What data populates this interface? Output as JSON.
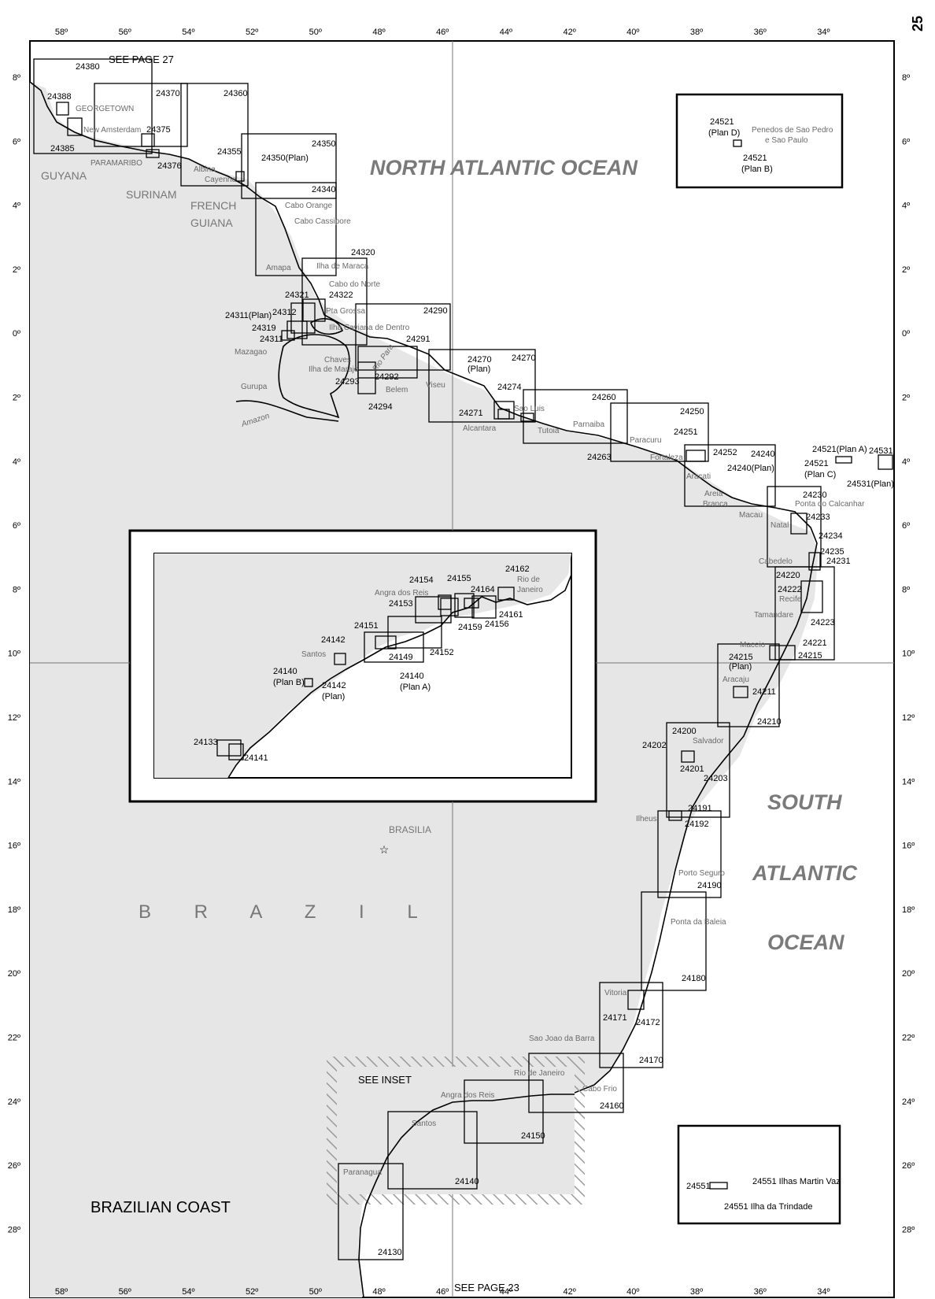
{
  "page_number": "25",
  "title": "BRAZILIAN COAST",
  "see_page_top": "SEE PAGE 27",
  "see_page_bottom": "SEE PAGE 23",
  "see_inset": "SEE INSET",
  "oceans": {
    "north": "NORTH ATLANTIC OCEAN",
    "south_1": "SOUTH",
    "south_2": "ATLANTIC",
    "south_3": "OCEAN"
  },
  "countries": {
    "guyana": "GUYANA",
    "surinam": "SURINAM",
    "french_guiana_1": "FRENCH",
    "french_guiana_2": "GUIANA",
    "brazil": "B R A Z I L"
  },
  "capital": "BRASILIA",
  "places": {
    "georgetown": "GEORGETOWN",
    "new_amsterdam": "New Amsterdam",
    "paramaribo": "PARAMARIBO",
    "albina": "Albina",
    "cayenne": "Cayenne",
    "cabo_orange": "Cabo Orange",
    "cabo_cassipore": "Cabo Cassipore",
    "amapa": "Amapa",
    "ilha_de_maraca": "Ilha de Maraca",
    "cabo_do_norte": "Cabo do Norte",
    "pta_grossa": "Pta Grossa",
    "ilha_caviana": "Ilha Caviana de Dentro",
    "mazagao": "Mazagao",
    "chaves": "Chaves",
    "ilha_de_marajo": "Ilha de Marajo",
    "gurupa": "Gurupa",
    "amazon": "Amazon",
    "rio_para": "Rio Para",
    "belem": "Belem",
    "viseu": "Viseu",
    "sao_luis": "Sao Luis",
    "alcantara": "Alcantara",
    "tutoia": "Tutoia",
    "parnaiba": "Parnaiba",
    "paracuru": "Paracuru",
    "fortaleza": "Fortaleza",
    "aracati": "Aracati",
    "areia_branca_1": "Areia",
    "areia_branca_2": "Branca",
    "macau": "Macau",
    "ponta_do_calcanhar": "Ponta do Calcanhar",
    "natal": "Natal",
    "cabedelo": "Cabedelo",
    "recife": "Recife",
    "tamandare": "Tamandare",
    "maceio": "Maceio",
    "aracaju": "Aracaju",
    "salvador": "Salvador",
    "ilheus": "Ilheus",
    "porto_seguro": "Porto Seguro",
    "ponta_da_baleia": "Ponta da Baleia",
    "vitoria": "Vitoria",
    "sao_joao_da_barra": "Sao Joao da Barra",
    "cabo_frio": "Cabo Frio",
    "rio_de_janeiro": "Rio de Janeiro",
    "angra_dos_reis": "Angra dos Reis",
    "santos": "Santos",
    "paranagua": "Paranagua",
    "penedos_1": "Penedos de Sao Pedro",
    "penedos_2": "e Sao Paulo",
    "inset_angra": "Angra dos Reis",
    "inset_rio_1": "Rio de",
    "inset_rio_2": "Janeiro",
    "inset_santos": "Santos"
  },
  "charts": {
    "c24380": "24380",
    "c24388": "24388",
    "c24385": "24385",
    "c24370": "24370",
    "c24375": "24375",
    "c24376": "24376",
    "c24360": "24360",
    "c24355": "24355",
    "c24350": "24350",
    "c24350p": "24350(Plan)",
    "c24340": "24340",
    "c24320": "24320",
    "c24321": "24321",
    "c24322": "24322",
    "c24311p": "24311(Plan)",
    "c24312": "24312",
    "c24319": "24319",
    "c24311": "24311",
    "c24290": "24290",
    "c24291": "24291",
    "c24293": "24293",
    "c24292": "24292",
    "c24294": "24294",
    "c24270a": "24270",
    "c24270b": "(Plan)",
    "c24270": "24270",
    "c24274": "24274",
    "c24271": "24271",
    "c24260": "24260",
    "c24263": "24263",
    "c24250": "24250",
    "c24251": "24251",
    "c24252": "24252",
    "c24240": "24240",
    "c24240p": "24240(Plan)",
    "c24230": "24230",
    "c24233": "24233",
    "c24234": "24234",
    "c24235": "24235",
    "c24231": "24231",
    "c24220": "24220",
    "c24222": "24222",
    "c24223": "24223",
    "c24221": "24221",
    "c24215a": "24215",
    "c24215b": "(Plan)",
    "c24215": "24215",
    "c24211": "24211",
    "c24210": "24210",
    "c24200": "24200",
    "c24202": "24202",
    "c24201": "24201",
    "c24203": "24203",
    "c24191": "24191",
    "c24192": "24192",
    "c24190": "24190",
    "c24180": "24180",
    "c24171": "24171",
    "c24172": "24172",
    "c24170": "24170",
    "c24160": "24160",
    "c24150": "24150",
    "c24140": "24140",
    "c24130": "24130",
    "c24521a": "24521(Plan A)",
    "c24521c1": "24521",
    "c24521c2": "(Plan C)",
    "c24531": "24531",
    "c24531p1": "24531(Plan)",
    "c24521d1": "24521",
    "c24521d2": "(Plan D)",
    "c24521b1": "24521",
    "c24521b2": "(Plan B)",
    "c24551": "24551",
    "c24551a": "24551 Ilhas Martin Vaz",
    "c24551b": "24551 Ilha da Trindade",
    "i24154": "24154",
    "i24155": "24155",
    "i24162": "24162",
    "i24164": "24164",
    "i24153": "24153",
    "i24161": "24161",
    "i24159": "24159",
    "i24156": "24156",
    "i24151": "24151",
    "i24152": "24152",
    "i24149": "24149",
    "i24142": "24142",
    "i24140b1": "24140",
    "i24140b2": "(Plan B)",
    "i24142p1": "24142",
    "i24142p2": "(Plan)",
    "i24140a1": "24140",
    "i24140a2": "(Plan A)",
    "i24133": "24133",
    "i24141": "24141"
  }
}
